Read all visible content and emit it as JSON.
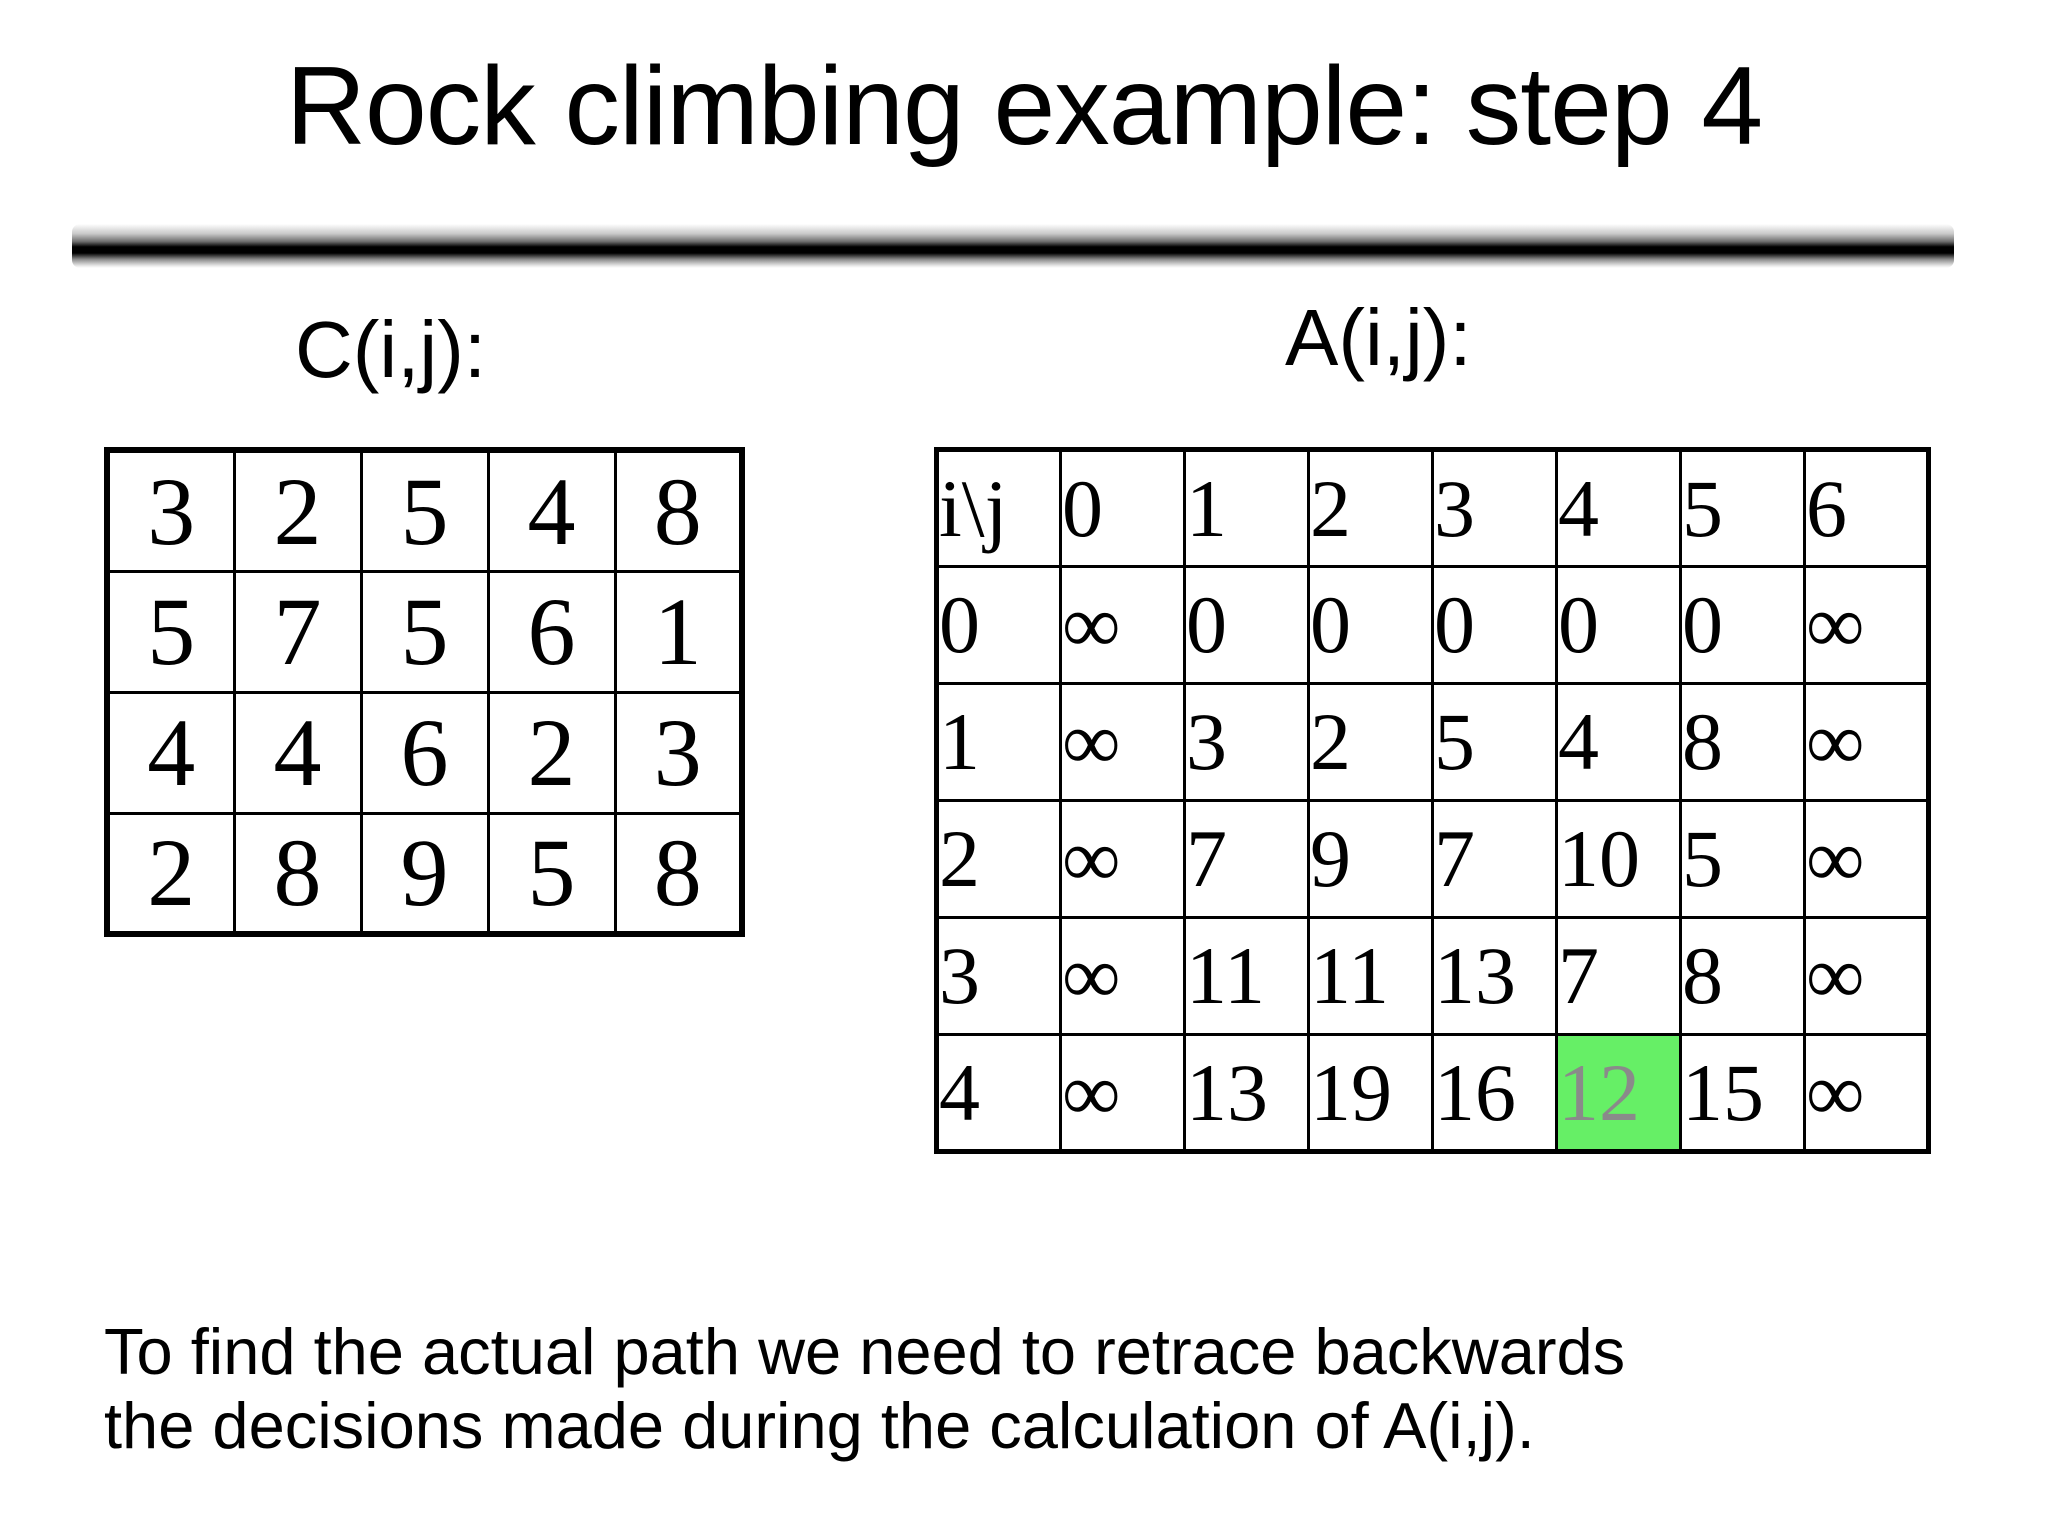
{
  "slide": {
    "title": "Rock climbing example: step 4"
  },
  "c_table": {
    "label": "C(i,j):",
    "rows": [
      [
        "3",
        "2",
        "5",
        "4",
        "8"
      ],
      [
        "5",
        "7",
        "5",
        "6",
        "1"
      ],
      [
        "4",
        "4",
        "6",
        "2",
        "3"
      ],
      [
        "2",
        "8",
        "9",
        "5",
        "8"
      ]
    ]
  },
  "a_table": {
    "label": "A(i,j):",
    "header": [
      "i\\j",
      "0",
      "1",
      "2",
      "3",
      "4",
      "5",
      "6"
    ],
    "rows": [
      [
        "0",
        "∞",
        "0",
        "0",
        "0",
        "0",
        "0",
        "∞"
      ],
      [
        "1",
        "∞",
        "3",
        "2",
        "5",
        "4",
        "8",
        "∞"
      ],
      [
        "2",
        "∞",
        "7",
        "9",
        "7",
        "10",
        "5",
        "∞"
      ],
      [
        "3",
        "∞",
        "11",
        "11",
        "13",
        "7",
        "8",
        "∞"
      ],
      [
        "4",
        "∞",
        "13",
        "19",
        "16",
        "12",
        "15",
        "∞"
      ]
    ],
    "highlight": {
      "row": 4,
      "col": 5,
      "value": "12",
      "bg_color": "#66ef66",
      "text_color": "#8a8a8a"
    }
  },
  "footer": {
    "line1": "To find the actual path we need to retrace backwards",
    "line2": "the decisions made during the calculation of A(i,j)."
  }
}
